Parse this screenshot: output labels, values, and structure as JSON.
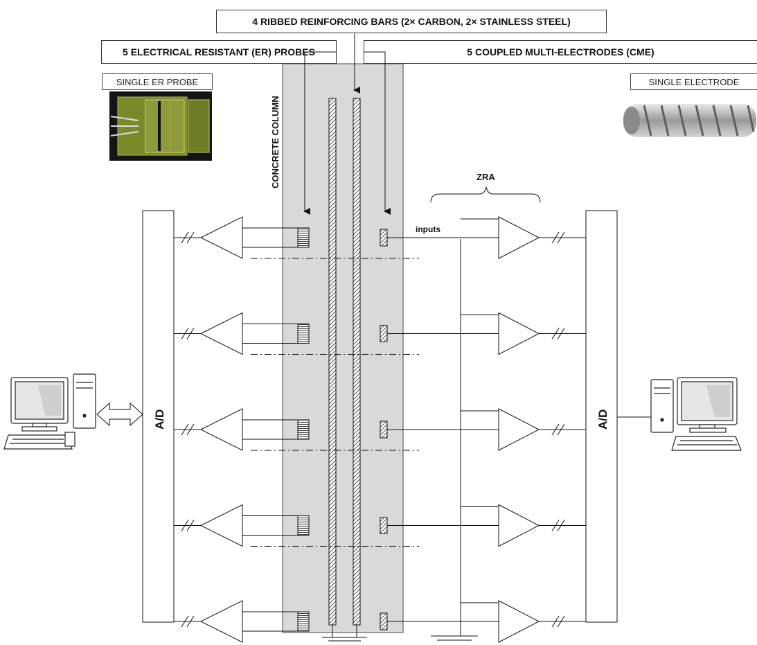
{
  "labels": {
    "rebars": "4 RIBBED REINFORCING BARS (2× CARBON, 2× STAINLESS STEEL)",
    "er_probes": "5 ELECTRICAL RESISTANT (ER) PROBES",
    "cme": "5 COUPLED MULTI-ELECTRODES  (CME)",
    "single_er_probe": "SINGLE ER PROBE",
    "single_electrode": "SINGLE ELECTRODE",
    "concrete_column": "CONCRETE COLUMN",
    "zra": "ZRA",
    "inputs": "inputs",
    "ad_left": "A/D",
    "ad_right": "A/D"
  },
  "colors": {
    "column_fill": "#d9d9d9",
    "line": "#111111",
    "probe_photo_board": "#7a8a2a",
    "electrode_metal": "#b8b8b8"
  },
  "channels": 5,
  "icons": [
    "computer-left-icon",
    "computer-right-icon",
    "bidirectional-arrow-icon",
    "ground-icon"
  ]
}
